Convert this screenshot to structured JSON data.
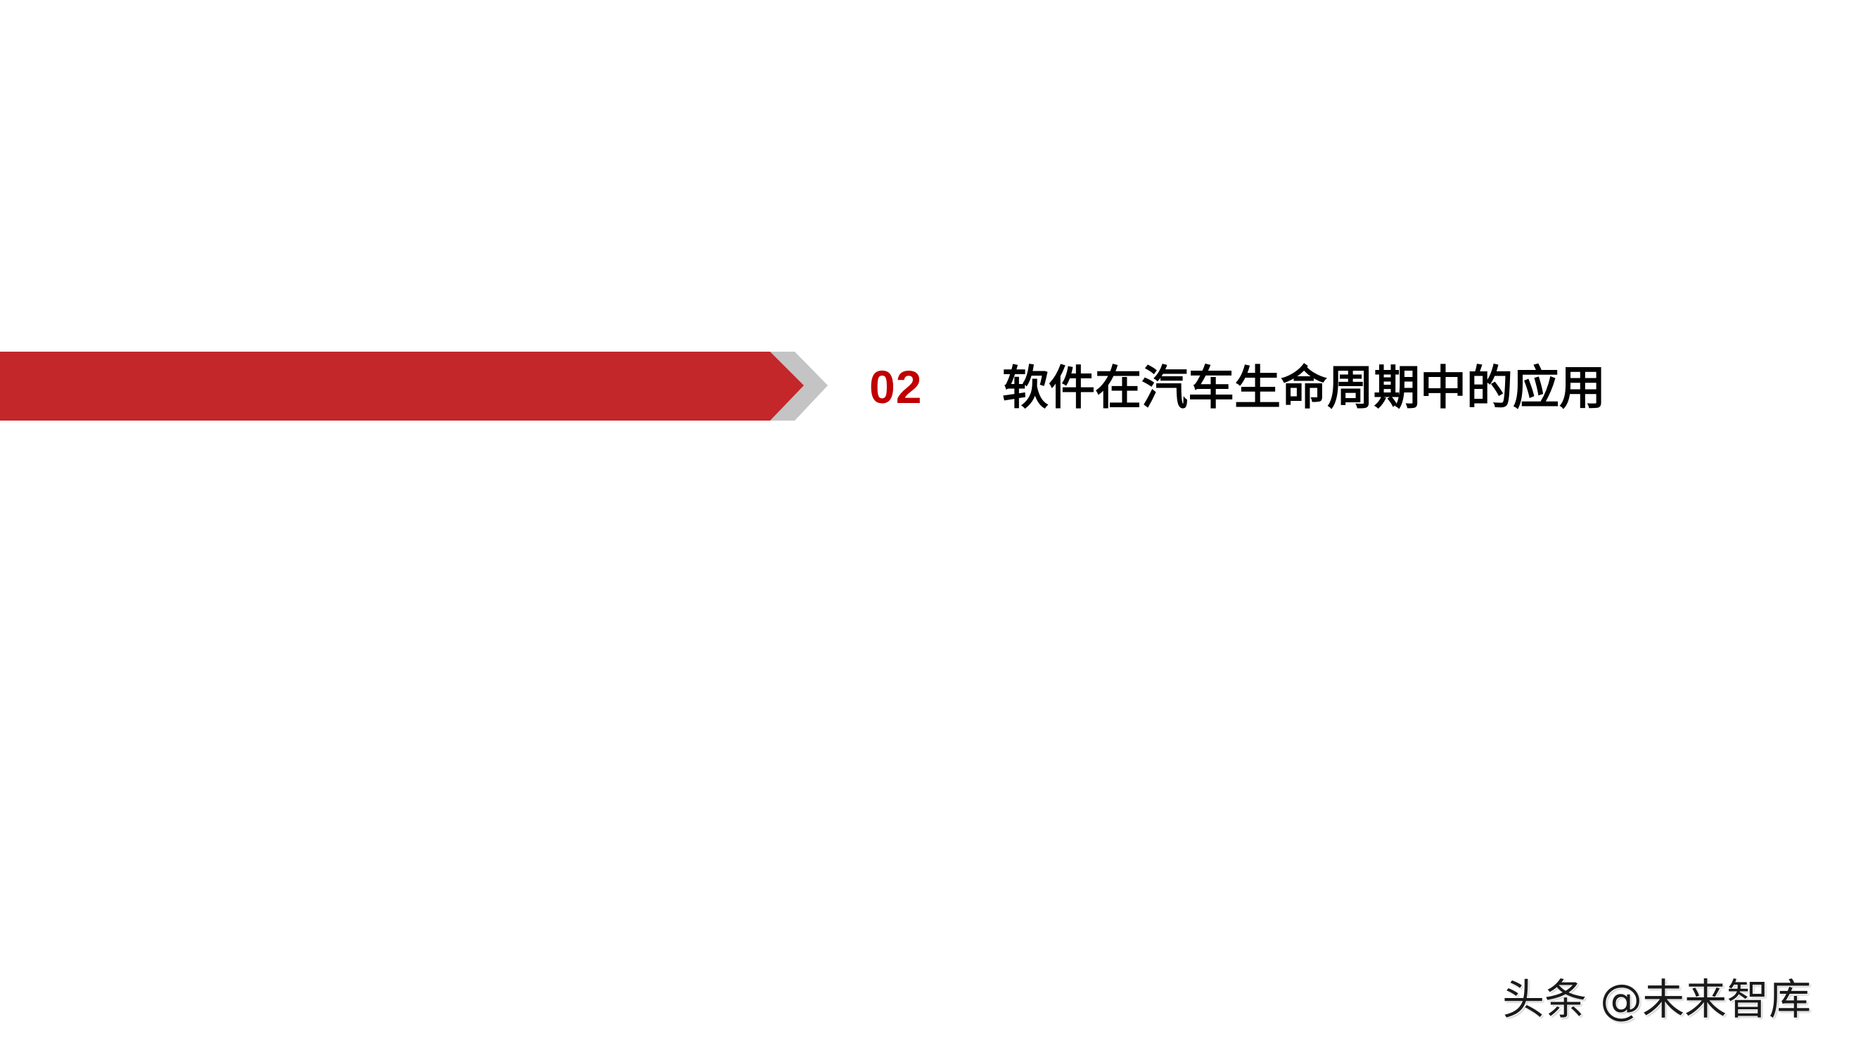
{
  "slide": {
    "background": "#FFFFFF",
    "banner": {
      "bar_color": "#C3272A",
      "chevron_color": "#C4C4C4"
    },
    "section": {
      "number": "02",
      "number_color": "#C00000",
      "title": "软件在汽车生命周期中的应用",
      "title_color": "#000000"
    },
    "watermark": {
      "text": "头条 @未来智库"
    }
  }
}
